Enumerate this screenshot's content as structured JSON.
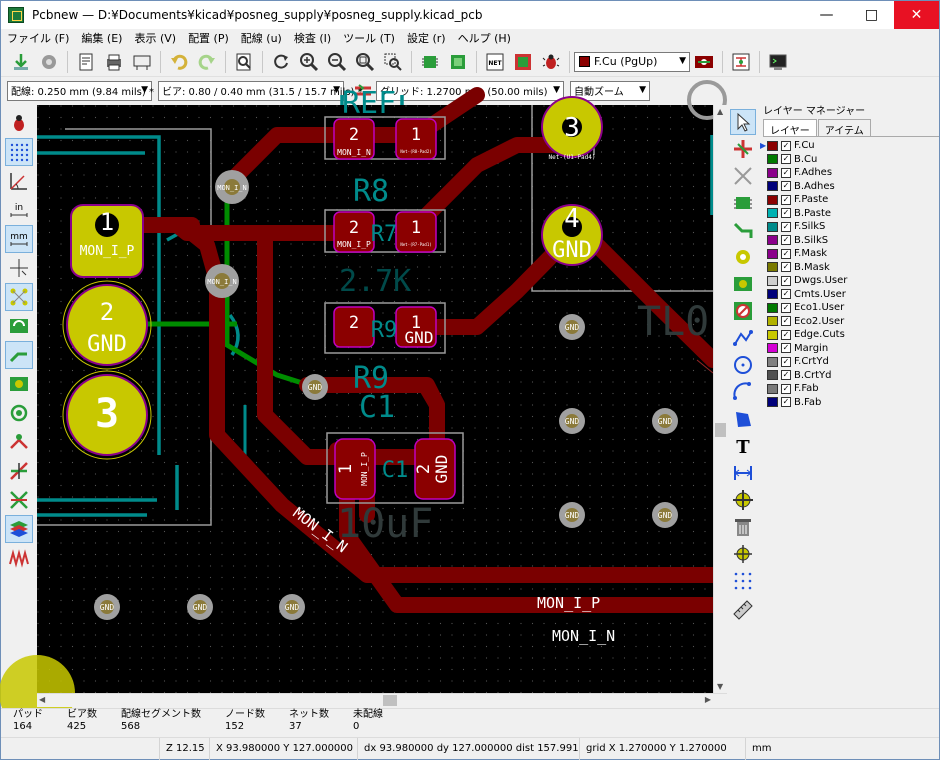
{
  "window": {
    "title": "Pcbnew — D:¥Documents¥kicad¥posneg_supply¥posneg_supply.kicad_pcb",
    "minimize": "—",
    "maximize": "□",
    "close": "✕"
  },
  "menu": [
    "ファイル (F)",
    "編集 (E)",
    "表示 (V)",
    "配置 (P)",
    "配線 (u)",
    "検査 (I)",
    "ツール (T)",
    "設定 (r)",
    "ヘルプ (H)"
  ],
  "toolbar": {
    "layer_select": "F.Cu (PgUp)"
  },
  "options": {
    "track_width": "配線: 0.250 mm (9.84 mils) *",
    "via_size": "ビア: 0.80 / 0.40 mm (31.5 / 15.7 mils) *",
    "grid": "グリッド: 1.2700 mm (50.00 mils)",
    "zoom": "自動ズーム"
  },
  "layer_manager": {
    "title": "レイヤー マネージャー",
    "tabs": [
      "レイヤー",
      "アイテム"
    ],
    "layers": [
      {
        "name": "F.Cu",
        "color": "#8b0000",
        "checked": true,
        "active": true
      },
      {
        "name": "B.Cu",
        "color": "#007a00",
        "checked": true
      },
      {
        "name": "F.Adhes",
        "color": "#8b008b",
        "checked": true
      },
      {
        "name": "B.Adhes",
        "color": "#00007a",
        "checked": true
      },
      {
        "name": "F.Paste",
        "color": "#8b0000",
        "checked": true
      },
      {
        "name": "B.Paste",
        "color": "#00b2b2",
        "checked": true
      },
      {
        "name": "F.SilkS",
        "color": "#008b8b",
        "checked": true
      },
      {
        "name": "B.SilkS",
        "color": "#8b008b",
        "checked": true
      },
      {
        "name": "F.Mask",
        "color": "#8b008b",
        "checked": true
      },
      {
        "name": "B.Mask",
        "color": "#7a7a00",
        "checked": true
      },
      {
        "name": "Dwgs.User",
        "color": "#cfcfcf",
        "checked": true
      },
      {
        "name": "Cmts.User",
        "color": "#00007a",
        "checked": true
      },
      {
        "name": "Eco1.User",
        "color": "#007a00",
        "checked": true
      },
      {
        "name": "Eco2.User",
        "color": "#b2b200",
        "checked": true
      },
      {
        "name": "Edge.Cuts",
        "color": "#c8c800",
        "checked": true
      },
      {
        "name": "Margin",
        "color": "#d400d4",
        "checked": true
      },
      {
        "name": "F.CrtYd",
        "color": "#808080",
        "checked": true
      },
      {
        "name": "B.CrtYd",
        "color": "#505050",
        "checked": true
      },
      {
        "name": "F.Fab",
        "color": "#7a7a7a",
        "checked": true
      },
      {
        "name": "B.Fab",
        "color": "#00007a",
        "checked": true
      }
    ]
  },
  "messages": [
    {
      "label": "パッド",
      "value": "164"
    },
    {
      "label": "ビア数",
      "value": "425"
    },
    {
      "label": "配線セグメント数",
      "value": "568"
    },
    {
      "label": "ノード数",
      "value": "152"
    },
    {
      "label": "ネット数",
      "value": "37"
    },
    {
      "label": "未配線",
      "value": "0"
    }
  ],
  "status": {
    "zoom": "Z 12.15",
    "abs": "X 93.980000  Y 127.000000",
    "rel": "dx 93.980000  dy 127.000000  dist 157.991",
    "grid": "grid X 1.270000  Y 1.270000",
    "units": "mm"
  },
  "pcb": {
    "colors": {
      "track": "#7a0000",
      "pad": "#c8c800",
      "silk": "#008b8b",
      "via": "#a0a0a0",
      "via_inner": "#8b7a3a",
      "smd": "#8b0000",
      "btrack": "#008c00"
    },
    "labels": {
      "net_p": "MON_I_P",
      "net_n": "MON_I_N",
      "gnd": "GND",
      "r8": "R8",
      "r7": "R7",
      "r9": "R9",
      "c1": "C1",
      "c1_value": "10uF",
      "ref_r": "REF",
      "r_value": "2.7K",
      "tl": "TL0",
      "pin1": "1",
      "pin2": "2",
      "pin3": "3",
      "pin4": "4",
      "mon_n_tiny": "MON_I_N",
      "pad_tiny": "Net-(R7-Pad1)",
      "pad_tiny2": "Net-(U1-Pad4)",
      "pad_tiny3": "Net-(R8-Pad2)"
    }
  }
}
